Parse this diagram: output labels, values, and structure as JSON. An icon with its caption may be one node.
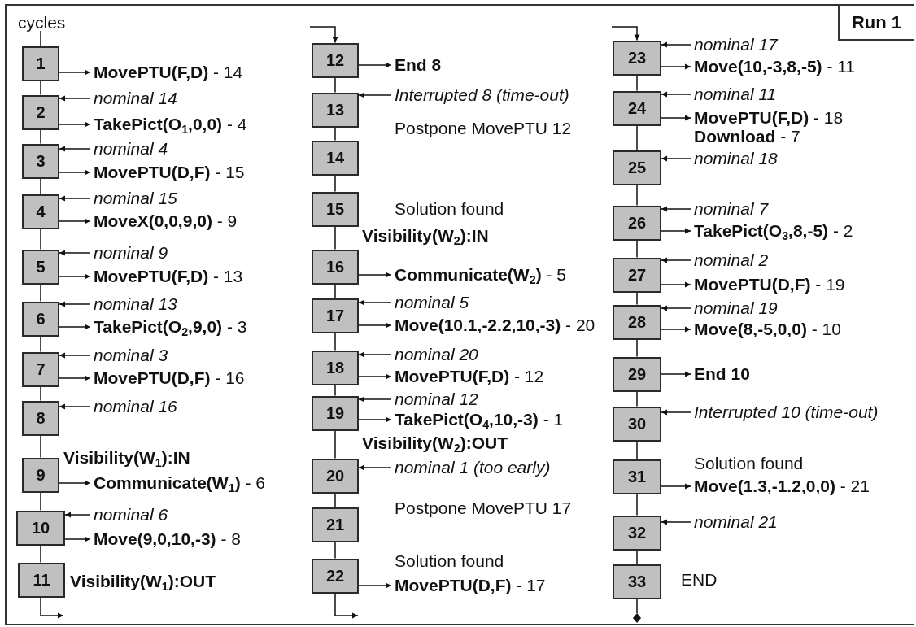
{
  "diagram": {
    "nodes": [
      {
        "text": [
          "Run 1"
        ]
      },
      {
        "text": [
          "1"
        ]
      },
      {
        "text": [
          "2"
        ]
      },
      {
        "text": [
          "3"
        ]
      },
      {
        "text": [
          "4"
        ]
      },
      {
        "text": [
          "5"
        ]
      },
      {
        "text": [
          "6"
        ]
      },
      {
        "text": [
          "7"
        ]
      },
      {
        "text": [
          "8"
        ]
      },
      {
        "text": [
          "9"
        ]
      },
      {
        "text": [
          "10"
        ]
      },
      {
        "text": [
          "11"
        ]
      },
      {
        "text": [
          "12"
        ]
      },
      {
        "text": [
          "13"
        ]
      },
      {
        "text": [
          "14"
        ]
      },
      {
        "text": [
          "15"
        ]
      },
      {
        "text": [
          "16"
        ]
      },
      {
        "text": [
          "17"
        ]
      },
      {
        "text": [
          "18"
        ]
      },
      {
        "text": [
          "19"
        ]
      },
      {
        "text": [
          "20"
        ]
      },
      {
        "text": [
          "21"
        ]
      },
      {
        "text": [
          "22"
        ]
      },
      {
        "text": [
          "23"
        ]
      },
      {
        "text": [
          "24"
        ]
      },
      {
        "text": [
          "25"
        ]
      },
      {
        "text": [
          "26"
        ]
      },
      {
        "text": [
          "27"
        ]
      },
      {
        "text": [
          "28"
        ]
      },
      {
        "text": [
          "29"
        ]
      },
      {
        "text": [
          "30"
        ]
      },
      {
        "text": [
          "31"
        ]
      },
      {
        "text": [
          "32"
        ]
      },
      {
        "text": [
          "33"
        ]
      },
      {
        "text": [
          "**MovePTU(F,D)** - 14"
        ]
      },
      {
        "text": [
          "nominal 14"
        ]
      },
      {
        "text": [
          "**TakePict(O$_{1}$,0,0)** - 4"
        ]
      },
      {
        "text": [
          "nominal 4"
        ]
      },
      {
        "text": [
          "**MovePTU(D,F)** - 15"
        ]
      },
      {
        "text": [
          "nominal 15"
        ]
      },
      {
        "text": [
          "**MoveX(0,0,9,0)** - 9"
        ]
      },
      {
        "text": [
          "nominal 9"
        ]
      },
      {
        "text": [
          "**MovePTU(F,D)** - 13"
        ]
      },
      {
        "text": [
          "nominal 13"
        ]
      },
      {
        "text": [
          "**TakePict(O$_{2}$,9,0)** - 3"
        ]
      },
      {
        "text": [
          "nominal 3"
        ]
      },
      {
        "text": [
          "**MovePTU(D,F)** - 16"
        ]
      },
      {
        "text": [
          "nominal 16"
        ]
      },
      {
        "text": [
          "**Communicate(W$_{1}$)** - 6"
        ]
      },
      {
        "text": [
          "nominal 6"
        ]
      },
      {
        "text": [
          "**Move(9,0,10,-3)** - 8"
        ]
      },
      {
        "text": [
          "**End 8**"
        ]
      },
      {
        "text": [
          "Interrupted 8 (time-out)"
        ]
      },
      {
        "text": [
          "**Communicate(W$_{2}$)** - 5"
        ]
      },
      {
        "text": [
          "nominal 5"
        ]
      },
      {
        "text": [
          "**Move(10.1,-2.2,10,-3)** - 20"
        ]
      },
      {
        "text": [
          "nominal 20"
        ]
      },
      {
        "text": [
          "**MovePTU(F,D)** - 12"
        ]
      },
      {
        "text": [
          "nominal 12"
        ]
      },
      {
        "text": [
          "**TakePict(O$_{4}$,10,-3)** - 1"
        ]
      },
      {
        "text": [
          "nominal 1 (too early)"
        ]
      },
      {
        "text": [
          "**MovePTU(D,F)** - 17"
        ]
      },
      {
        "text": [
          "nominal 17"
        ]
      },
      {
        "text": [
          "**Move(10,-3,8,-5)** - 11"
        ]
      },
      {
        "text": [
          "nominal 11"
        ]
      },
      {
        "text": [
          "**MovePTU(F,D)** - 18",
          "**Download** - 7"
        ]
      },
      {
        "text": [
          "nominal 18"
        ]
      },
      {
        "text": [
          "nominal 7"
        ]
      },
      {
        "text": [
          "**TakePict(O$_{3}$,8,-5)** - 2"
        ]
      },
      {
        "text": [
          "nominal 2"
        ]
      },
      {
        "text": [
          "**MovePTU(D,F)** - 19"
        ]
      },
      {
        "text": [
          "nominal 19"
        ]
      },
      {
        "text": [
          "**Move(8,-5,0,0)** - 10"
        ]
      },
      {
        "text": [
          "**End 10**"
        ]
      },
      {
        "text": [
          "Interrupted 10 (time-out)"
        ]
      },
      {
        "text": [
          "**Move(1.3,-1.2,0,0)** - 21"
        ]
      },
      {
        "text": [
          "nominal 21"
        ]
      },
      {
        "text": [
          "cycles"
        ]
      }
    ],
    "edges": [
      {
        "from": 77,
        "to": 1,
        "arrow": "none"
      },
      {
        "from": 1,
        "to": 2,
        "arrow": "none"
      },
      {
        "from": 2,
        "to": 3,
        "arrow": "none"
      },
      {
        "from": 3,
        "to": 4,
        "arrow": "none"
      },
      {
        "from": 4,
        "to": 5,
        "arrow": "none"
      },
      {
        "from": 5,
        "to": 6,
        "arrow": "none"
      },
      {
        "from": 6,
        "to": 7,
        "arrow": "none"
      },
      {
        "from": 7,
        "to": 8,
        "arrow": "none"
      },
      {
        "from": 8,
        "to": 9,
        "arrow": "none"
      },
      {
        "from": 9,
        "to": 10,
        "arrow": "none"
      },
      {
        "from": 10,
        "to": 11,
        "arrow": "none"
      },
      {
        "from": 11,
        "to": null,
        "arrow": "to"
      },
      {
        "from": null,
        "to": 12,
        "arrow": "to"
      },
      {
        "from": 12,
        "to": 13,
        "arrow": "none"
      },
      {
        "from": 13,
        "to": 14,
        "arrow": "none"
      },
      {
        "from": 14,
        "to": 15,
        "arrow": "none"
      },
      {
        "from": 15,
        "to": 16,
        "arrow": "none"
      },
      {
        "from": 16,
        "to": 17,
        "arrow": "none"
      },
      {
        "from": 17,
        "to": 18,
        "arrow": "none"
      },
      {
        "from": 18,
        "to": 19,
        "arrow": "none"
      },
      {
        "from": 19,
        "to": 20,
        "arrow": "none"
      },
      {
        "from": 20,
        "to": 21,
        "arrow": "none"
      },
      {
        "from": 21,
        "to": 22,
        "arrow": "none"
      },
      {
        "from": 22,
        "to": null,
        "arrow": "to"
      },
      {
        "from": null,
        "to": 23,
        "arrow": "to"
      },
      {
        "from": 23,
        "to": 24,
        "arrow": "none"
      },
      {
        "from": 24,
        "to": 25,
        "arrow": "none"
      },
      {
        "from": 25,
        "to": 26,
        "arrow": "none"
      },
      {
        "from": 26,
        "to": 27,
        "arrow": "none"
      },
      {
        "from": 27,
        "to": 28,
        "arrow": "none"
      },
      {
        "from": 28,
        "to": 29,
        "arrow": "none"
      },
      {
        "from": 29,
        "to": 30,
        "arrow": "none"
      },
      {
        "from": 30,
        "to": 31,
        "arrow": "none"
      },
      {
        "from": 31,
        "to": 32,
        "arrow": "none"
      },
      {
        "from": 32,
        "to": 33,
        "arrow": "none"
      },
      {
        "from": 33,
        "to": null,
        "arrow": "other"
      },
      {
        "from": 1,
        "to": 34,
        "arrow": "to"
      },
      {
        "from": 35,
        "to": 2,
        "arrow": "to"
      },
      {
        "from": 2,
        "to": 36,
        "arrow": "to"
      },
      {
        "from": 37,
        "to": 3,
        "arrow": "to"
      },
      {
        "from": 3,
        "to": 38,
        "arrow": "to"
      },
      {
        "from": 39,
        "to": 4,
        "arrow": "to"
      },
      {
        "from": 4,
        "to": 40,
        "arrow": "to"
      },
      {
        "from": 41,
        "to": 5,
        "arrow": "to"
      },
      {
        "from": 5,
        "to": 42,
        "arrow": "to"
      },
      {
        "from": 43,
        "to": 6,
        "arrow": "to"
      },
      {
        "from": 6,
        "to": 44,
        "arrow": "to"
      },
      {
        "from": 45,
        "to": 7,
        "arrow": "to"
      },
      {
        "from": 7,
        "to": 46,
        "arrow": "to"
      },
      {
        "from": 47,
        "to": 8,
        "arrow": "to"
      },
      {
        "from": 9,
        "to": 48,
        "arrow": "to"
      },
      {
        "from": 49,
        "to": 10,
        "arrow": "to"
      },
      {
        "from": 10,
        "to": 50,
        "arrow": "to"
      },
      {
        "from": 12,
        "to": 51,
        "arrow": "to"
      },
      {
        "from": 52,
        "to": 13,
        "arrow": "to"
      },
      {
        "from": 16,
        "to": 53,
        "arrow": "to"
      },
      {
        "from": 54,
        "to": 17,
        "arrow": "to"
      },
      {
        "from": 17,
        "to": 55,
        "arrow": "to"
      },
      {
        "from": 56,
        "to": 18,
        "arrow": "to"
      },
      {
        "from": 18,
        "to": 57,
        "arrow": "to"
      },
      {
        "from": 58,
        "to": 19,
        "arrow": "to"
      },
      {
        "from": 19,
        "to": 59,
        "arrow": "to"
      },
      {
        "from": 60,
        "to": 20,
        "arrow": "to"
      },
      {
        "from": 22,
        "to": 61,
        "arrow": "to"
      },
      {
        "from": 62,
        "to": 23,
        "arrow": "to"
      },
      {
        "from": 23,
        "to": 63,
        "arrow": "to"
      },
      {
        "from": 64,
        "to": 24,
        "arrow": "to"
      },
      {
        "from": 24,
        "to": 65,
        "arrow": "to"
      },
      {
        "from": 66,
        "to": 25,
        "arrow": "to"
      },
      {
        "from": 67,
        "to": 26,
        "arrow": "to"
      },
      {
        "from": 26,
        "to": 68,
        "arrow": "to"
      },
      {
        "from": 69,
        "to": 27,
        "arrow": "to"
      },
      {
        "from": 27,
        "to": 70,
        "arrow": "to"
      },
      {
        "from": 71,
        "to": 28,
        "arrow": "to"
      },
      {
        "from": 28,
        "to": 72,
        "arrow": "to"
      },
      {
        "from": 29,
        "to": 73,
        "arrow": "to"
      },
      {
        "from": 74,
        "to": 30,
        "arrow": "to"
      },
      {
        "from": 31,
        "to": 75,
        "arrow": "to"
      },
      {
        "from": 76,
        "to": 32,
        "arrow": "to"
      }
    ],
    "labels": [
      "Visibility(W$_{1}$):IN",
      "Visibility(W$_{1}$):OUT",
      "Postpone MovePTU 12",
      "Solution found",
      "Visibility(W$_{2}$):IN",
      "Visibility(W$_{2}$):OUT",
      "Postpone MovePTU 17",
      "Solution found",
      "Solution found",
      "END"
    ]
  }
}
